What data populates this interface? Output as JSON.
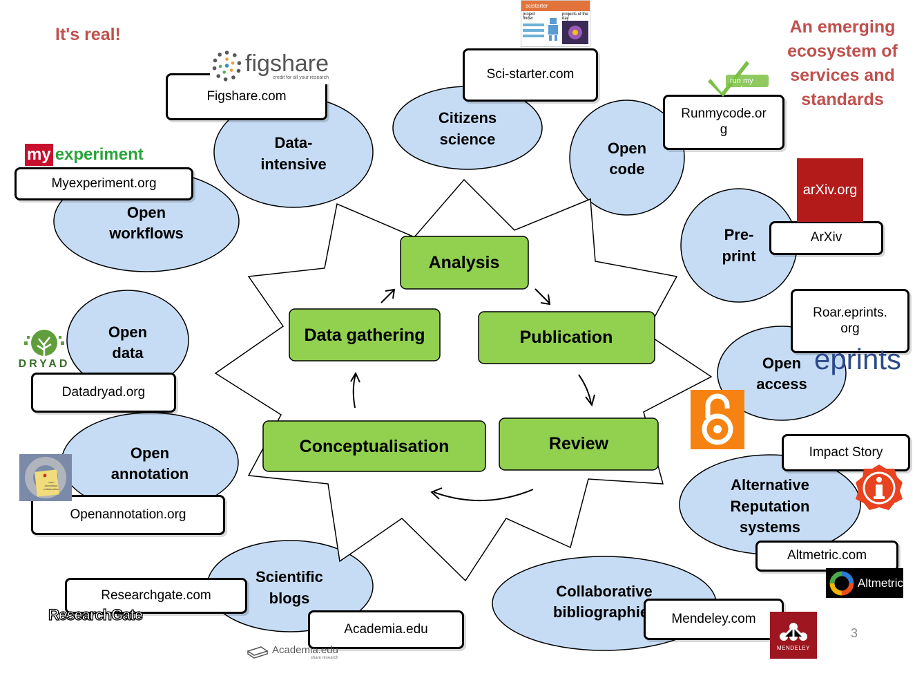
{
  "heading_left": "It's real!",
  "heading_right": [
    "An emerging",
    "ecosystem of",
    "services and",
    "standards"
  ],
  "page_number": "3",
  "cycle": {
    "analysis": "Analysis",
    "publication": "Publication",
    "review": "Review",
    "conceptualisation": "Conceptualisation",
    "data_gathering": "Data gathering"
  },
  "bubbles": {
    "citizens_science": [
      "Citizens",
      "science"
    ],
    "data_intensive": [
      "Data-",
      "intensive"
    ],
    "open_code": [
      "Open",
      "code"
    ],
    "open_workflows": [
      "Open",
      "workflows"
    ],
    "pre_print": [
      "Pre-",
      "print"
    ],
    "open_data": [
      "Open",
      "data"
    ],
    "open_access": [
      "Open",
      "access"
    ],
    "open_annotation": [
      "Open",
      "annotation"
    ],
    "alt_reputation": [
      "Alternative",
      "Reputation",
      "systems"
    ],
    "scientific_blogs": [
      "Scientific",
      "blogs"
    ],
    "collab_biblio": [
      "Collaborative",
      "bibliographie"
    ]
  },
  "services": {
    "scistarter": "Sci-starter.com",
    "figshare": "Figshare.com",
    "runmycode": "Runmycode.or\ng",
    "myexperiment": "Myexperiment.org",
    "arxiv": "ArXiv",
    "roar": "Roar.eprints.\norg",
    "datadryad": "Datadryad.org",
    "impactstory": "Impact Story",
    "openannotation": "Openannotation.org",
    "altmetric": "Altmetric.com",
    "researchgate": "Researchgate.com",
    "academia": "Academia.edu",
    "mendeley": "Mendeley.com"
  },
  "logos": {
    "figshare": {
      "name": "figshare",
      "tagline": "credit for all your research"
    },
    "myexperiment_my": "my",
    "myexperiment_rest": "experiment",
    "arxiv": "arXiv.org",
    "dryad": "DRYAD",
    "eprints": "eprints",
    "altmetric": "Altmetric",
    "researchgate": "ResearchGate",
    "academia": "Academia.edu",
    "academia_tagline": "share research",
    "mendeley": "MENDELEY",
    "runmycode": "run my code",
    "scistarter": "scistarter",
    "scistarter_left": "project finder",
    "scistarter_right": "projects of the day",
    "openannotation": [
      "open",
      "annotation",
      "collaboration"
    ]
  },
  "colors": {
    "bubble_fill": "#c6dcf4",
    "cycle_fill": "#92d050",
    "heading": "#c0504d",
    "arxiv_red": "#b31b1b",
    "oa_orange": "#f68212",
    "impact_red": "#e8421f",
    "eprints_blue": "#2c4a8a",
    "mendeley_red": "#9d1620",
    "myexperiment_green": "#2ba43a"
  }
}
